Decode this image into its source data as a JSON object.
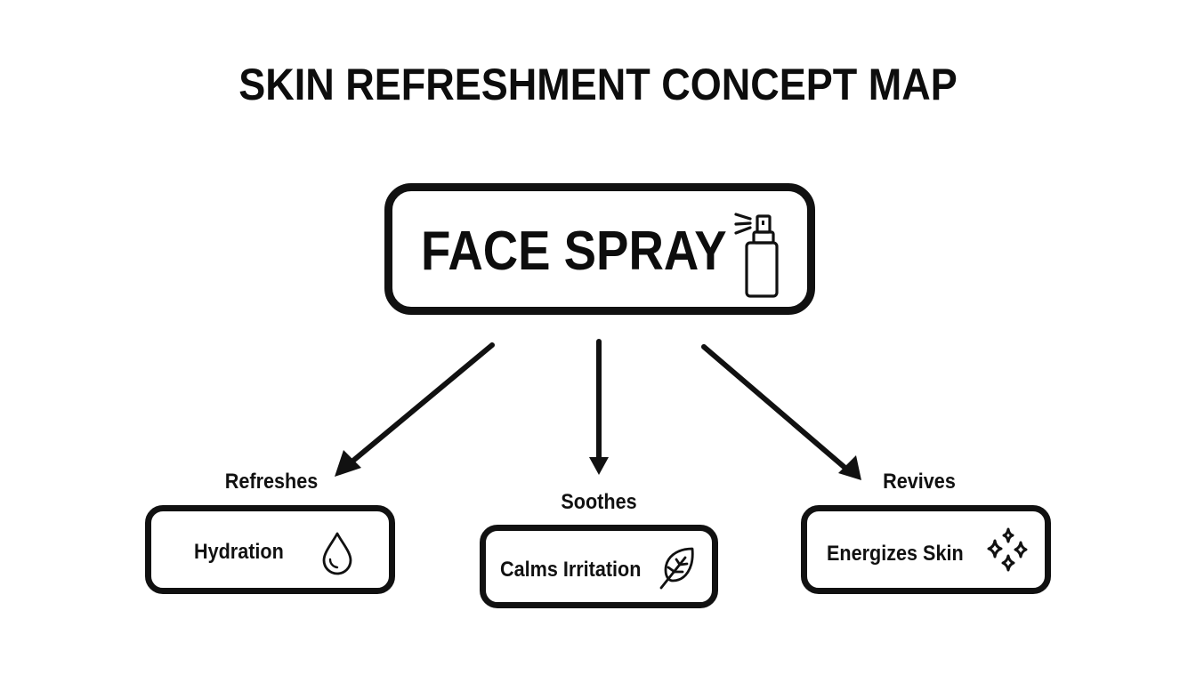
{
  "title": "SKIN REFRESHMENT CONCEPT MAP",
  "central_node": {
    "label": "FACE SPRAY",
    "icon": "spray-bottle-icon"
  },
  "branches": [
    {
      "relation": "Refreshes",
      "node_label": "Hydration",
      "icon": "water-drop-icon"
    },
    {
      "relation": "Soothes",
      "node_label": "Calms Irritation",
      "icon": "leaf-icon"
    },
    {
      "relation": "Revives",
      "node_label": "Energizes Skin",
      "icon": "sparkles-icon"
    }
  ],
  "colors": {
    "stroke": "#111111",
    "background": "#ffffff"
  }
}
